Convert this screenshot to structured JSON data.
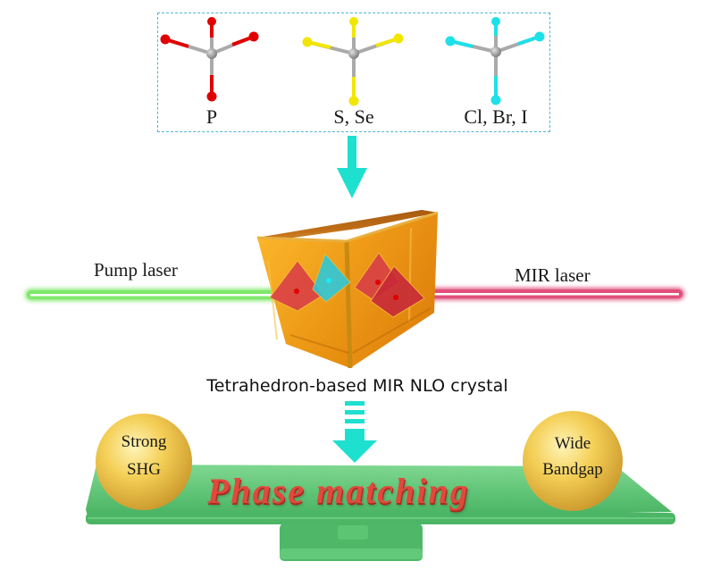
{
  "molecules": [
    {
      "label": "P",
      "atom_color": "#e00000"
    },
    {
      "label": "S, Se",
      "atom_color": "#f2e600"
    },
    {
      "label": "Cl, Br, I",
      "atom_color": "#1ee0e8"
    }
  ],
  "lasers": {
    "pump_label": "Pump laser",
    "pump_color": "#7ee86a",
    "mir_label": "MIR laser",
    "mir_color": "#e0507a"
  },
  "crystal": {
    "caption": "Tetrahedron-based MIR NLO crystal",
    "color": "#f29a1a"
  },
  "balance": {
    "title": "Phase matching",
    "left_ball": {
      "line1": "Strong",
      "line2": "SHG"
    },
    "right_ball": {
      "line1": "Wide",
      "line2": "Bandgap"
    },
    "beam_color": "#5cc878",
    "ball_color": "#f2c84a"
  },
  "arrow_color": "#1ee0cf"
}
